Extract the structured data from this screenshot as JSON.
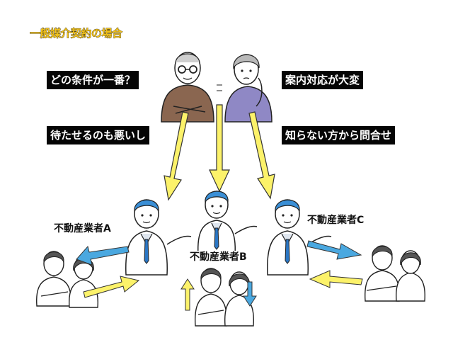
{
  "title": "一般媒介契約の場合",
  "bubbles": {
    "which_best": "どの条件が一番？",
    "guide_hard": "案内対応が大変",
    "waiting_bad": "待たせるのも悪いし",
    "unknown_inquiry": "知らない方から問合せ"
  },
  "agents": {
    "a": "不動産業者A",
    "b": "不動産業者B",
    "c": "不動産業者C"
  },
  "colors": {
    "yellow_arrow": "#fcf26a",
    "blue_arrow": "#4aa8e0",
    "title_fill": "#f2c21a",
    "hair_blue": "#3a8fd6"
  }
}
